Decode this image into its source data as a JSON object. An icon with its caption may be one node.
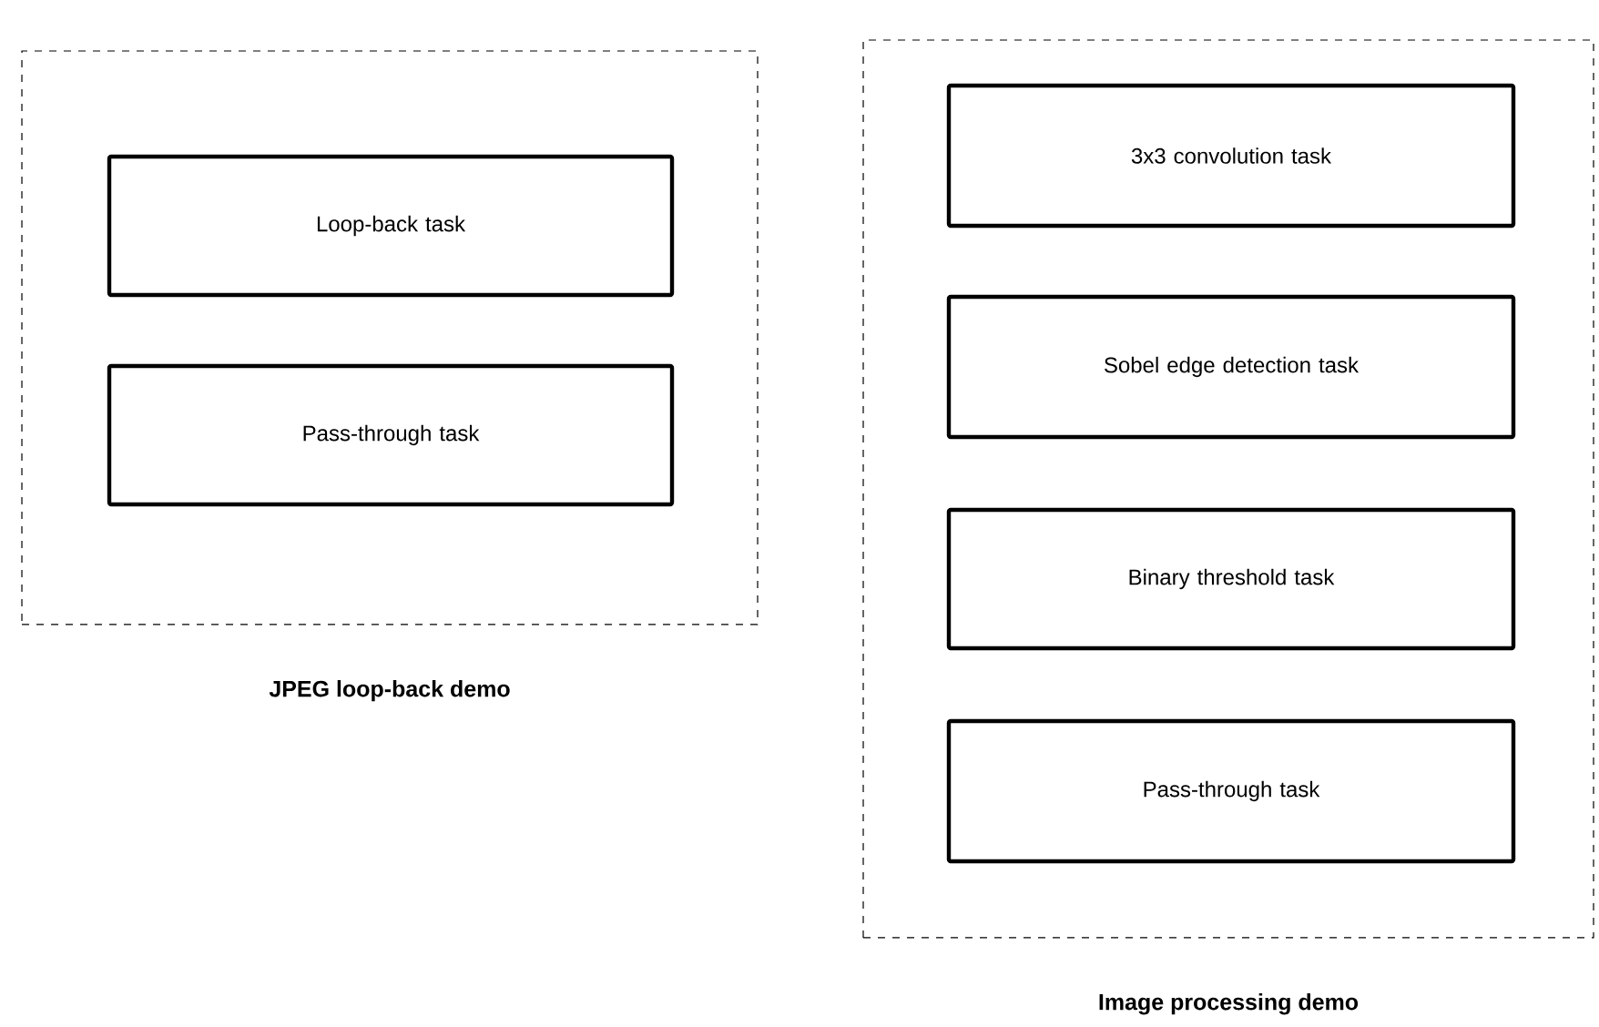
{
  "diagram": {
    "nodes": [
      {
        "text": [
          "JPEG loop-back demo"
        ]
      },
      {
        "text": [
          "Loop-back task"
        ],
        "in": 0
      },
      {
        "text": [
          "Pass-through task"
        ],
        "in": 0
      },
      {
        "text": [
          "Image processing demo"
        ]
      },
      {
        "text": [
          "3x3 convolution task"
        ],
        "in": 3
      },
      {
        "text": [
          "Sobel edge detection task"
        ],
        "in": 3
      },
      {
        "text": [
          "Binary threshold task"
        ],
        "in": 3
      },
      {
        "text": [
          "Pass-through task"
        ],
        "in": 3
      }
    ]
  }
}
